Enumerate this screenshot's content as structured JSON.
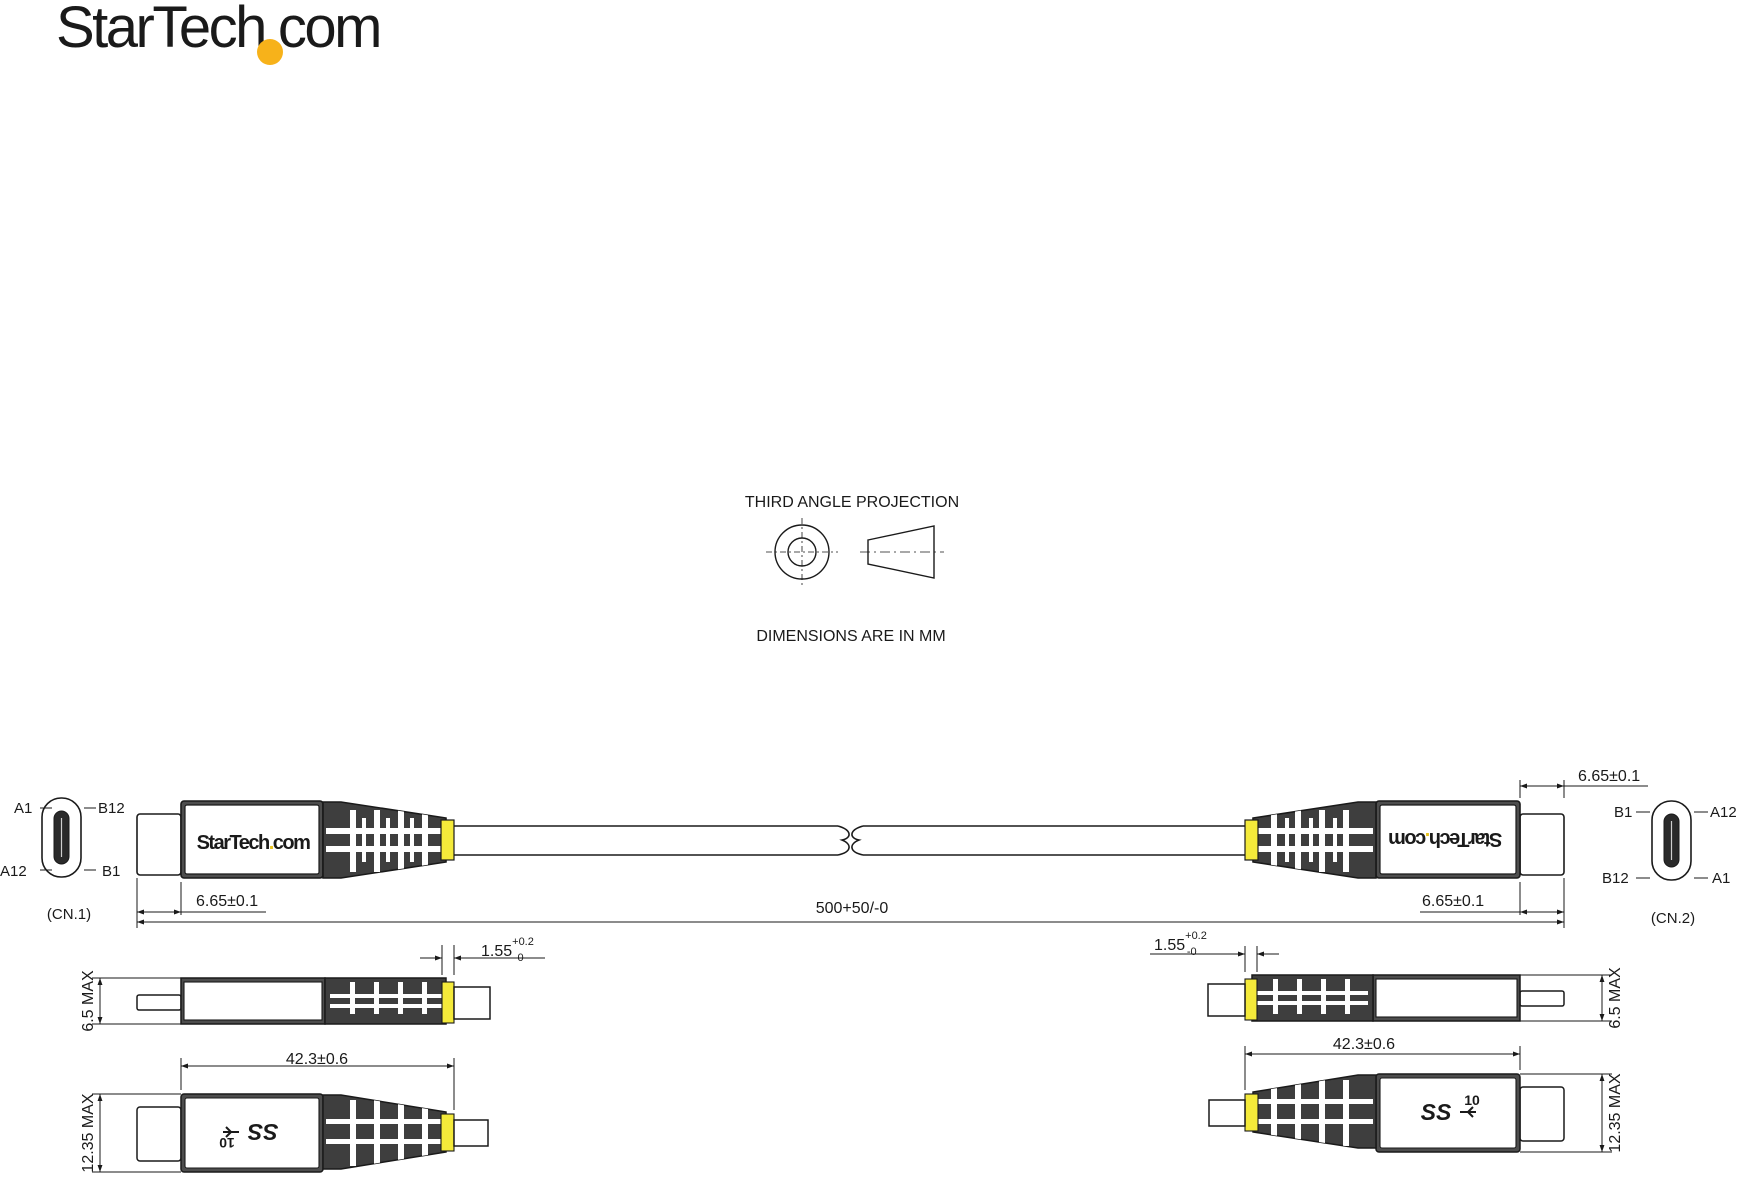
{
  "logo": {
    "part1": "StarTech",
    "dot": ".",
    "part2": "com"
  },
  "projection": {
    "title": "THIRD ANGLE PROJECTION",
    "units_note": "DIMENSIONS ARE IN MM"
  },
  "connector_labels": {
    "cn1": "(CN.1)",
    "cn2": "(CN.2)",
    "a1": "A1",
    "b12": "B12",
    "a12": "A12",
    "b1": "B1"
  },
  "brand_on_plug": {
    "text": "StarTech",
    "dot": ".",
    "suffix": "com"
  },
  "usb_marks": {
    "ss": "SS",
    "gen": "10"
  },
  "dimensions": {
    "overall_length": "500+50/-0",
    "plug_length": "6.65±0.1",
    "overmold_length": "42.3±0.6",
    "thickness": "6.5 MAX",
    "width": "12.35 MAX",
    "shoulder_base": "1.55",
    "shoulder_sup": "+0.2",
    "shoulder_sub": "-0"
  },
  "colors": {
    "strain_relief_ring": "#f4ea3a",
    "logo_dot": "#f7b21a",
    "line": "#1a1a1a"
  }
}
